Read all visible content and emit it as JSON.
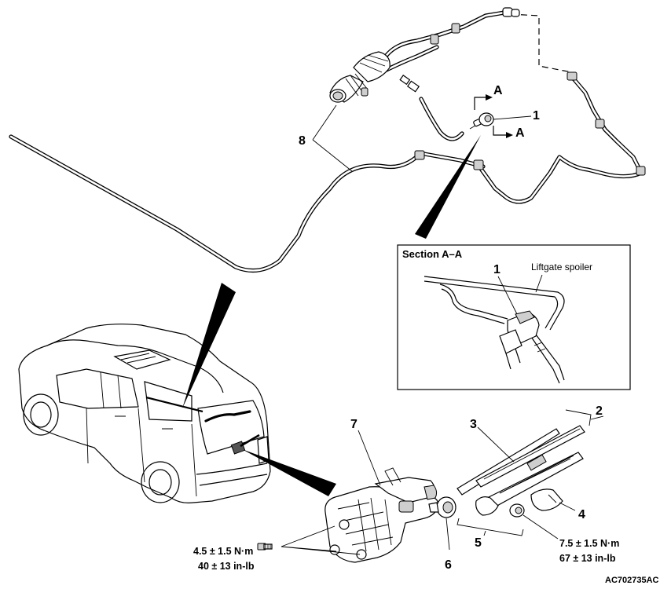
{
  "callouts": {
    "c1_top": "1",
    "c1_section": "1",
    "c2": "2",
    "c3": "3",
    "c4": "4",
    "c5": "5",
    "c6": "6",
    "c7": "7",
    "c8": "8"
  },
  "section_markers": {
    "a_upper": "A",
    "a_lower": "A"
  },
  "section_view": {
    "title": "Section A–A",
    "spoiler_label": "Liftgate spoiler"
  },
  "torque_left": {
    "metric": "4.5 ± 1.5 N·m",
    "imperial": "40 ± 13 in-lb"
  },
  "torque_right": {
    "metric": "7.5 ± 1.5 N·m",
    "imperial": "67 ± 13 in-lb"
  },
  "figure_code": "AC702735AC"
}
